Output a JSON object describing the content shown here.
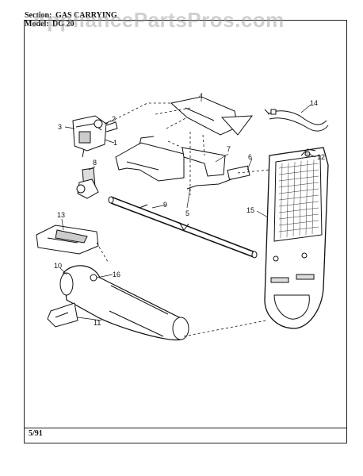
{
  "header": {
    "section_label": "Section:",
    "section_name": "GAS CARRYING",
    "model_label": "Model:",
    "model_value": "DG 20"
  },
  "watermark": "AppliancePartsPros.com",
  "footer": {
    "date": "5/91"
  },
  "callouts": {
    "c1": "1",
    "c2": "2",
    "c3": "3",
    "c4": "4",
    "c5": "5",
    "c6": "6",
    "c7": "7",
    "c8": "8",
    "c9": "9",
    "c10": "10",
    "c11": "11",
    "c12": "12",
    "c13": "13",
    "c14": "14",
    "c15": "15",
    "c16": "16"
  },
  "colors": {
    "ink": "#111111",
    "watermark": "#969696"
  }
}
